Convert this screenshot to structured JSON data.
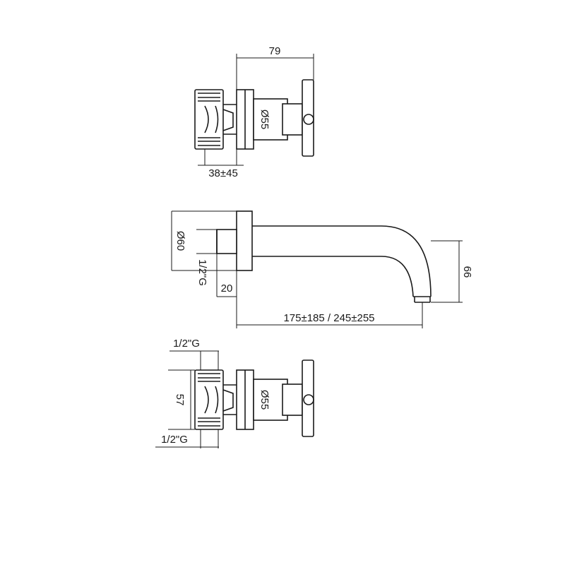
{
  "dimensions": {
    "top_width": "79",
    "top_handle_dia": "Ø55",
    "top_depth": "38±45",
    "spout_rosette_dia": "Ø60",
    "spout_thread": "1/2\"G",
    "spout_plate": "20",
    "spout_projection": "175±185 / 245±255",
    "spout_height": "66",
    "bottom_thread_top": "1/2\"G",
    "bottom_height": "57",
    "bottom_handle_dia": "Ø55",
    "bottom_thread_bottom": "1/2\"G"
  }
}
